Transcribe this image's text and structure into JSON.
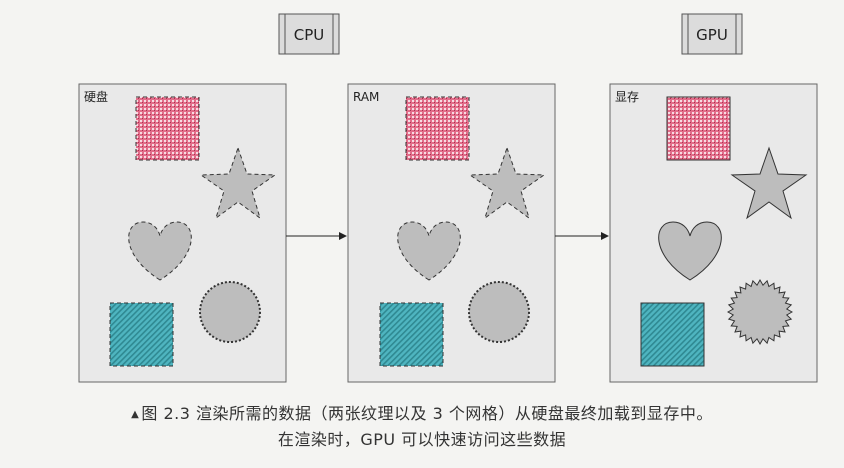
{
  "chips": {
    "cpu": "CPU",
    "gpu": "GPU"
  },
  "panels": {
    "disk": "硬盘",
    "ram": "RAM",
    "vram": "显存"
  },
  "caption": {
    "marker": "▲",
    "line1": "图 2.3   渲染所需的数据（两张纹理以及 3 个网格）从硬盘最终加载到显存中。",
    "line2": "在渲染时，GPU 可以快速访问这些数据"
  },
  "colors": {
    "panel_fill": "#e9e9e9",
    "shape_fill": "#bdbdbd",
    "pink_texture": "#e26d8a",
    "teal_texture": "#4fb5c0"
  }
}
